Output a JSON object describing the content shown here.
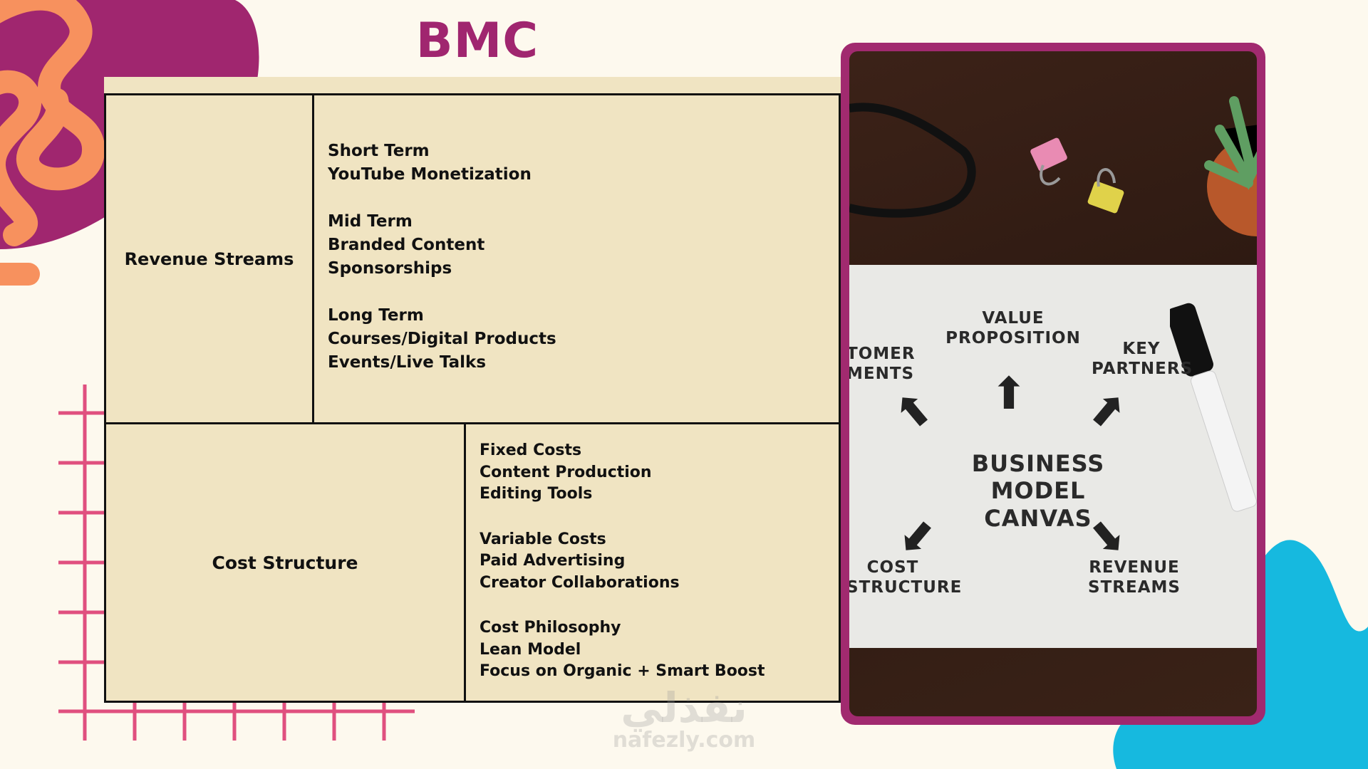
{
  "title": "BMC",
  "revenue": {
    "label": "Revenue Streams",
    "groups": [
      [
        "Short Term",
        "YouTube Monetization"
      ],
      [
        "Mid Term",
        "Branded Content",
        "Sponsorships"
      ],
      [
        "Long Term",
        "Courses/Digital Products",
        "Events/Live Talks"
      ]
    ]
  },
  "cost": {
    "label": "Cost Structure",
    "groups": [
      [
        "Fixed Costs",
        "Content Production",
        "Editing Tools"
      ],
      [
        "Variable Costs",
        "Paid Advertising",
        "Creator Collaborations"
      ],
      [
        "Cost Philosophy",
        "Lean Model",
        "Focus on Organic + Smart Boost"
      ]
    ]
  },
  "photo": {
    "center": [
      "BUSINESS MODEL",
      "CANVAS"
    ],
    "value_proposition": [
      "VALUE",
      "PROPOSITION"
    ],
    "key_partners": [
      "KEY",
      "PARTNERS"
    ],
    "customer_segments": [
      "TOMER",
      "MENTS"
    ],
    "cost_structure": [
      "COST",
      "STRUCTURE"
    ],
    "revenue_streams": [
      "REVENUE",
      "STREAMS"
    ]
  },
  "watermark": {
    "arabic": "نفذلي",
    "latin": "nafezly.com"
  },
  "colors": {
    "background": "#fdf9ee",
    "table_fill": "#f0e4c2",
    "title": "#a0266f",
    "frame": "#a12a6f",
    "grid": "#e0507f",
    "squiggle": "#f7915e",
    "blob_purple": "#a0266f",
    "blob_cyan": "#16b9df"
  }
}
